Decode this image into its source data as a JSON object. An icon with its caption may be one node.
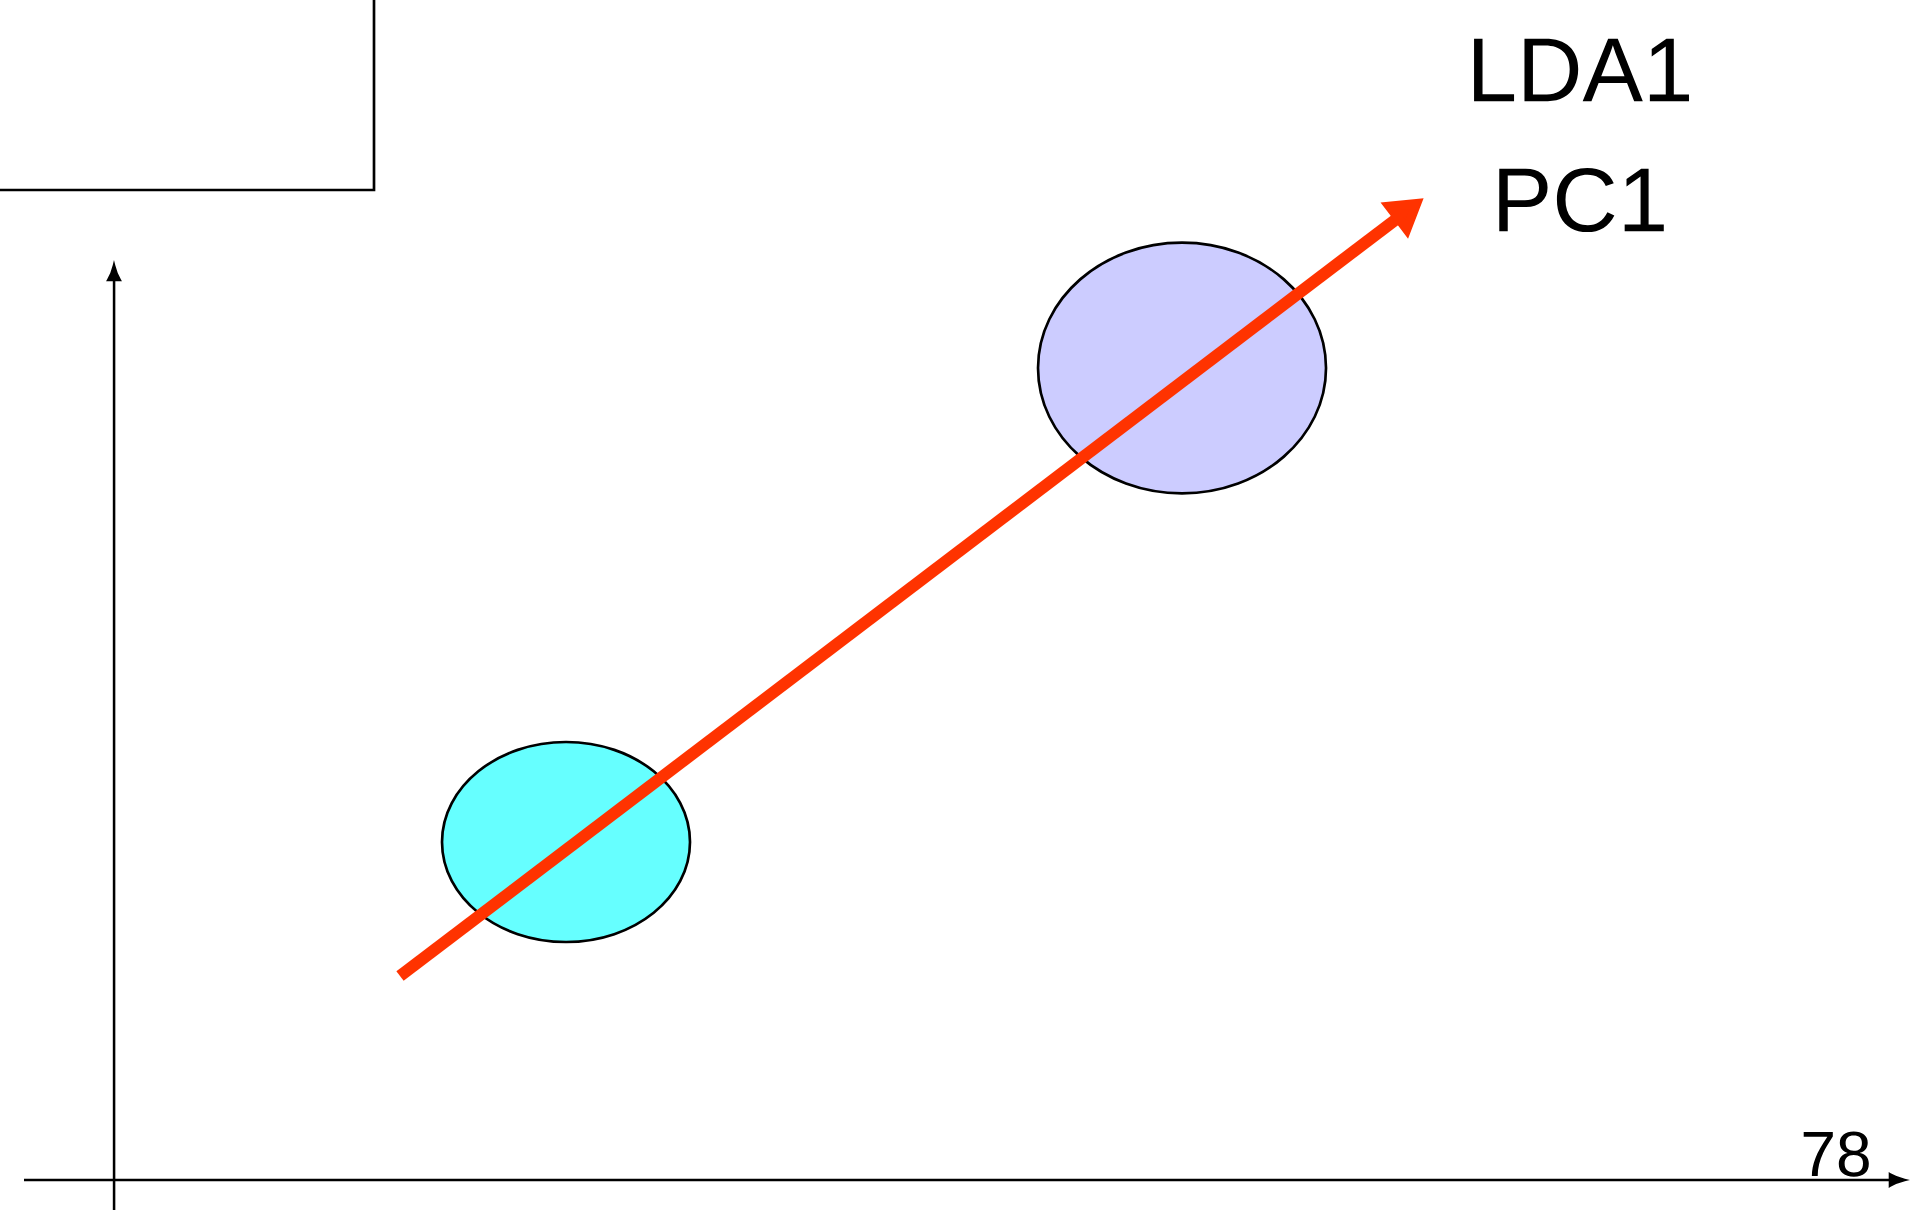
{
  "diagram": {
    "nodes": [
      {
        "text": [],
        "shape": "box"
      },
      {
        "text": [],
        "shape": "ellipse"
      },
      {
        "text": [],
        "shape": "ellipse"
      }
    ],
    "labels": [
      "LDA1",
      "PC1",
      "78"
    ]
  }
}
